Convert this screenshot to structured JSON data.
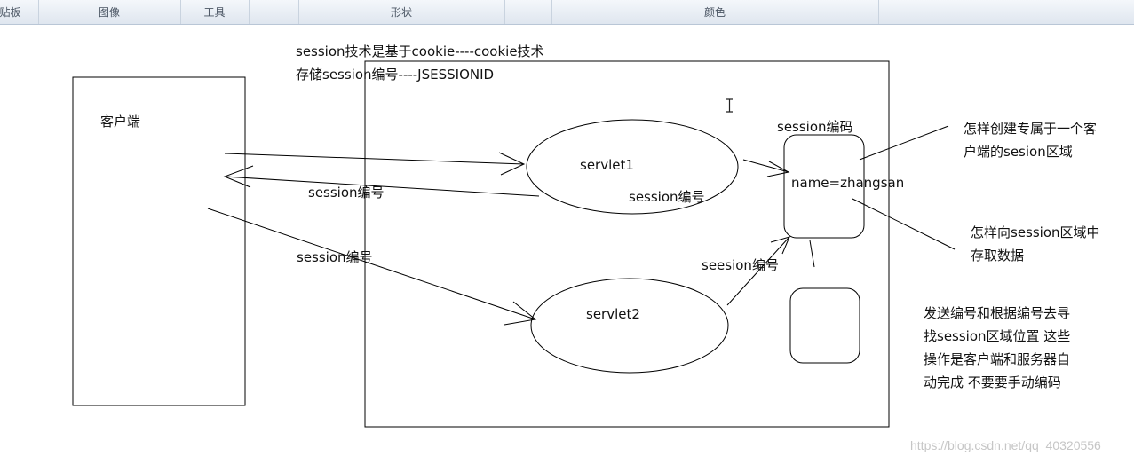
{
  "toolbar": {
    "groups": [
      "贴板",
      "图像",
      "工具",
      "形状",
      "颜色"
    ]
  },
  "diagram": {
    "header_line1": "session技术是基于cookie----cookie技术",
    "header_line2": "存储session编号----JSESSIONID",
    "client_label": "客户端",
    "servlet1": "servlet1",
    "servlet2": "servlet2",
    "session_code_label": "session编码",
    "session_content": "name=zhangsan",
    "arrow_session_id_left": "session编号",
    "arrow_session_id_servlet1": "session编号",
    "arrow_session_id_lower": "session编号",
    "arrow_session_id_servlet2": "seesion编号",
    "question1": [
      "怎样创建专属于一个客",
      "户端的sesion区域"
    ],
    "question2": [
      "怎样向session区域中",
      "存取数据"
    ],
    "note": [
      "发送编号和根据编号去寻",
      "找session区域位置 这些",
      "操作是客户端和服务器自",
      "动完成 不要要手动编码"
    ]
  },
  "watermark": "https://blog.csdn.net/qq_40320556"
}
